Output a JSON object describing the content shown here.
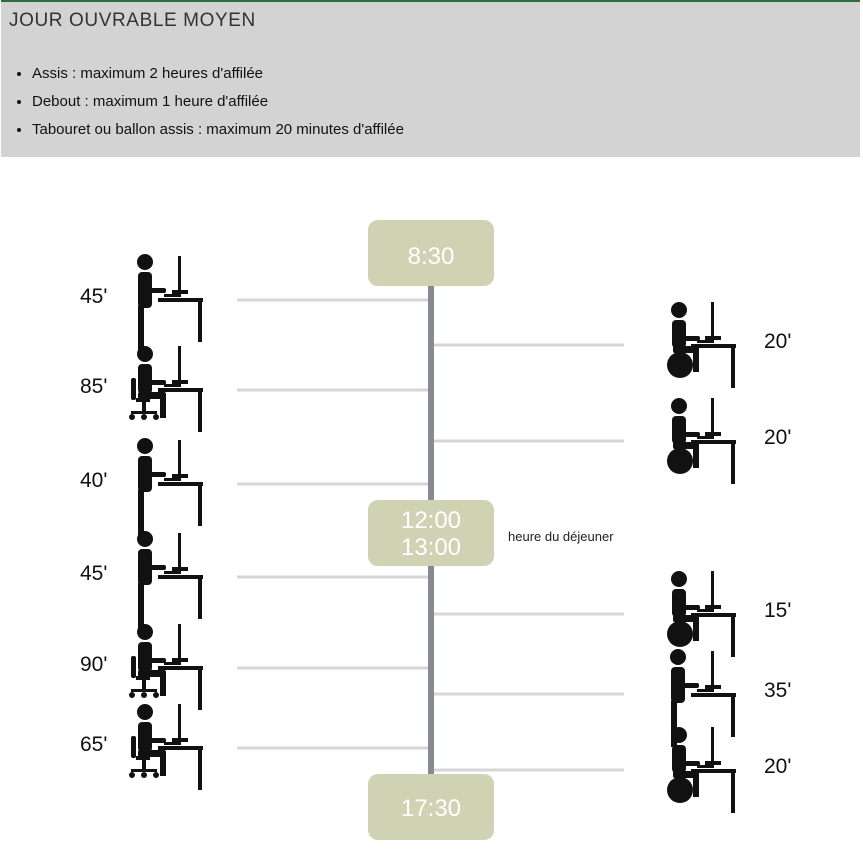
{
  "header": {
    "title": "JOUR OUVRABLE MOYEN",
    "rules": [
      "Assis : maximum 2 heures d'affilée",
      "Debout : maximum 1 heure d'affilée",
      "Tabouret ou ballon assis : maximum 20 minutes d'affilée"
    ]
  },
  "timeline": {
    "start_time": "8:30",
    "lunch_start": "12:00",
    "lunch_end": "13:00",
    "lunch_label": "heure du déjeuner",
    "end_time": "17:30",
    "colors": {
      "axis": "#858b95",
      "badge": "#cfd3b3",
      "connector": "#d6d6d6"
    },
    "morning_left": [
      {
        "duration": "45'",
        "posture": "standing-icon"
      },
      {
        "duration": "85'",
        "posture": "chair-sitting-icon"
      },
      {
        "duration": "40'",
        "posture": "standing-icon"
      }
    ],
    "morning_right": [
      {
        "duration": "20'",
        "posture": "ball-sitting-icon"
      },
      {
        "duration": "20'",
        "posture": "ball-sitting-icon"
      }
    ],
    "afternoon_left": [
      {
        "duration": "45'",
        "posture": "standing-icon"
      },
      {
        "duration": "90'",
        "posture": "chair-sitting-icon"
      },
      {
        "duration": "65'",
        "posture": "chair-sitting-icon"
      }
    ],
    "afternoon_right": [
      {
        "duration": "15'",
        "posture": "ball-sitting-icon"
      },
      {
        "duration": "35'",
        "posture": "standing-icon"
      },
      {
        "duration": "20'",
        "posture": "ball-sitting-icon"
      }
    ]
  }
}
